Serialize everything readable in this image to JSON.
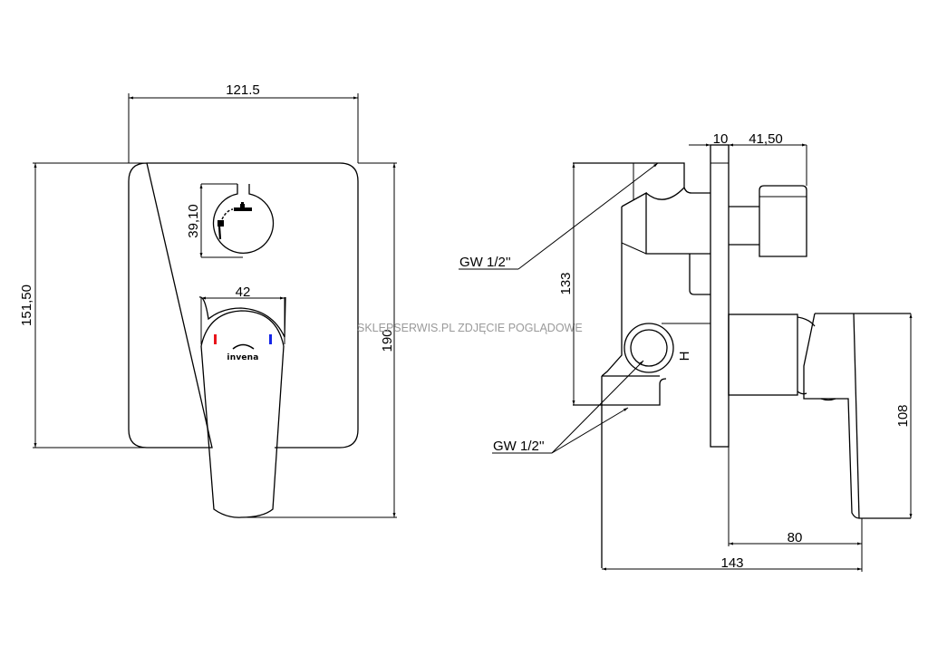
{
  "drawing": {
    "title": "Concealed shower mixer technical drawing",
    "brand_logo": "invena",
    "watermark": "SKLEPSERWIS.PL ZDJĘCIE POGLĄDOWE",
    "hot_marker_color": "#e8141b",
    "cold_marker_color": "#1425e8",
    "front_view": {
      "dimensions": {
        "plate_width": "121.5",
        "plate_height": "151,50",
        "overall_height": "190",
        "diverter_height": "39,10",
        "handle_width": "42"
      }
    },
    "side_view": {
      "dimensions": {
        "plate_thickness": "10",
        "diverter_depth": "41,50",
        "body_height": "133",
        "handle_height": "108",
        "handle_depth": "80",
        "overall_depth": "143"
      },
      "labels": {
        "thread_top": "GW 1/2''",
        "thread_bottom": "GW 1/2''",
        "hot_mark": "H"
      }
    }
  }
}
